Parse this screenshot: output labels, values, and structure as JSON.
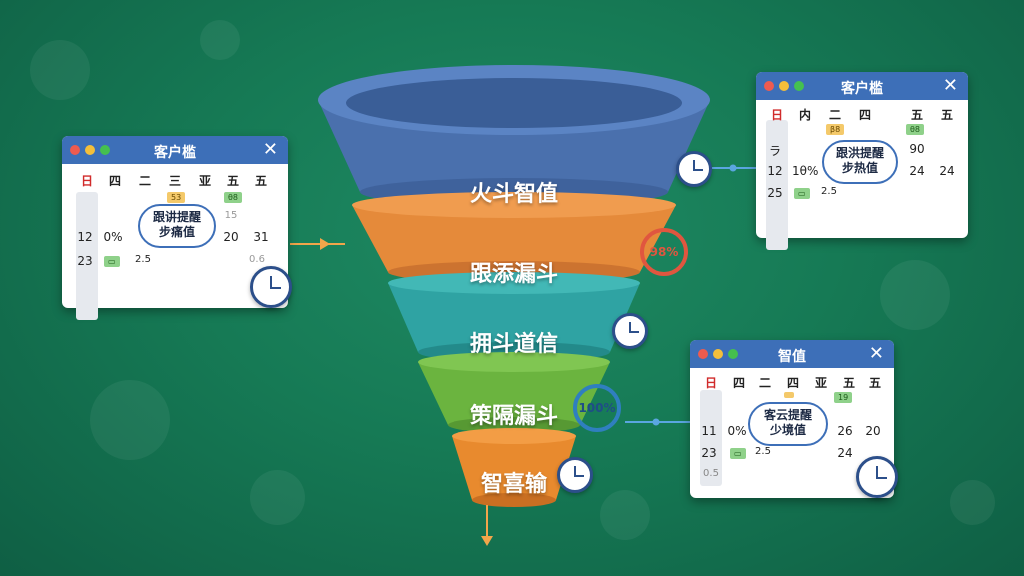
{
  "funnel": {
    "tiers": [
      {
        "label": "火斗智值",
        "color": "#4a70ad"
      },
      {
        "label": "跟添漏斗",
        "color": "#e58a3a"
      },
      {
        "label": "拥斗道信",
        "color": "#2fa3a3"
      },
      {
        "label": "策隔漏斗",
        "color": "#6bb43f"
      },
      {
        "label": "智喜输",
        "color": "#e88a2e"
      }
    ],
    "badges": {
      "tier2_percent": "98%",
      "tier4_percent": "100%"
    }
  },
  "windows": {
    "left": {
      "title": "客户槛",
      "weekdays": [
        "日",
        "四",
        "二",
        "三",
        "亚",
        "五",
        "五"
      ],
      "tags": [
        "53",
        "θ8"
      ],
      "cells": [
        "15",
        "12",
        "0%",
        "20",
        "31",
        "23",
        "2.5",
        "0.6"
      ],
      "bubble_line1": "跟讲提醒",
      "bubble_line2": "步痛值"
    },
    "right_top": {
      "title": "客户槛",
      "weekdays": [
        "日",
        "内",
        "二",
        "四",
        "五",
        "五"
      ],
      "tags": [
        "β8",
        "θ8"
      ],
      "cells": [
        "90",
        "ラ",
        "12",
        "1θ%",
        "24",
        "24",
        "25",
        "2.5"
      ],
      "bubble_line1": "跟洪提醒",
      "bubble_line2": "步热值"
    },
    "right_bottom": {
      "title": "智值",
      "weekdays": [
        "日",
        "四",
        "二",
        "四",
        "亚",
        "五",
        "五"
      ],
      "tags": [
        "19"
      ],
      "cells": [
        "11",
        "0%",
        "26",
        "20",
        "23",
        "2.5",
        "24",
        "0.5"
      ],
      "bubble_line1": "客云提醒",
      "bubble_line2": "少境值"
    }
  },
  "colors": {
    "window_bar": "#3d6fb8",
    "dot_red": "#ee5b4f",
    "dot_yellow": "#f5bf3a",
    "dot_green": "#45c04f",
    "arrow": "#f2a54a"
  }
}
